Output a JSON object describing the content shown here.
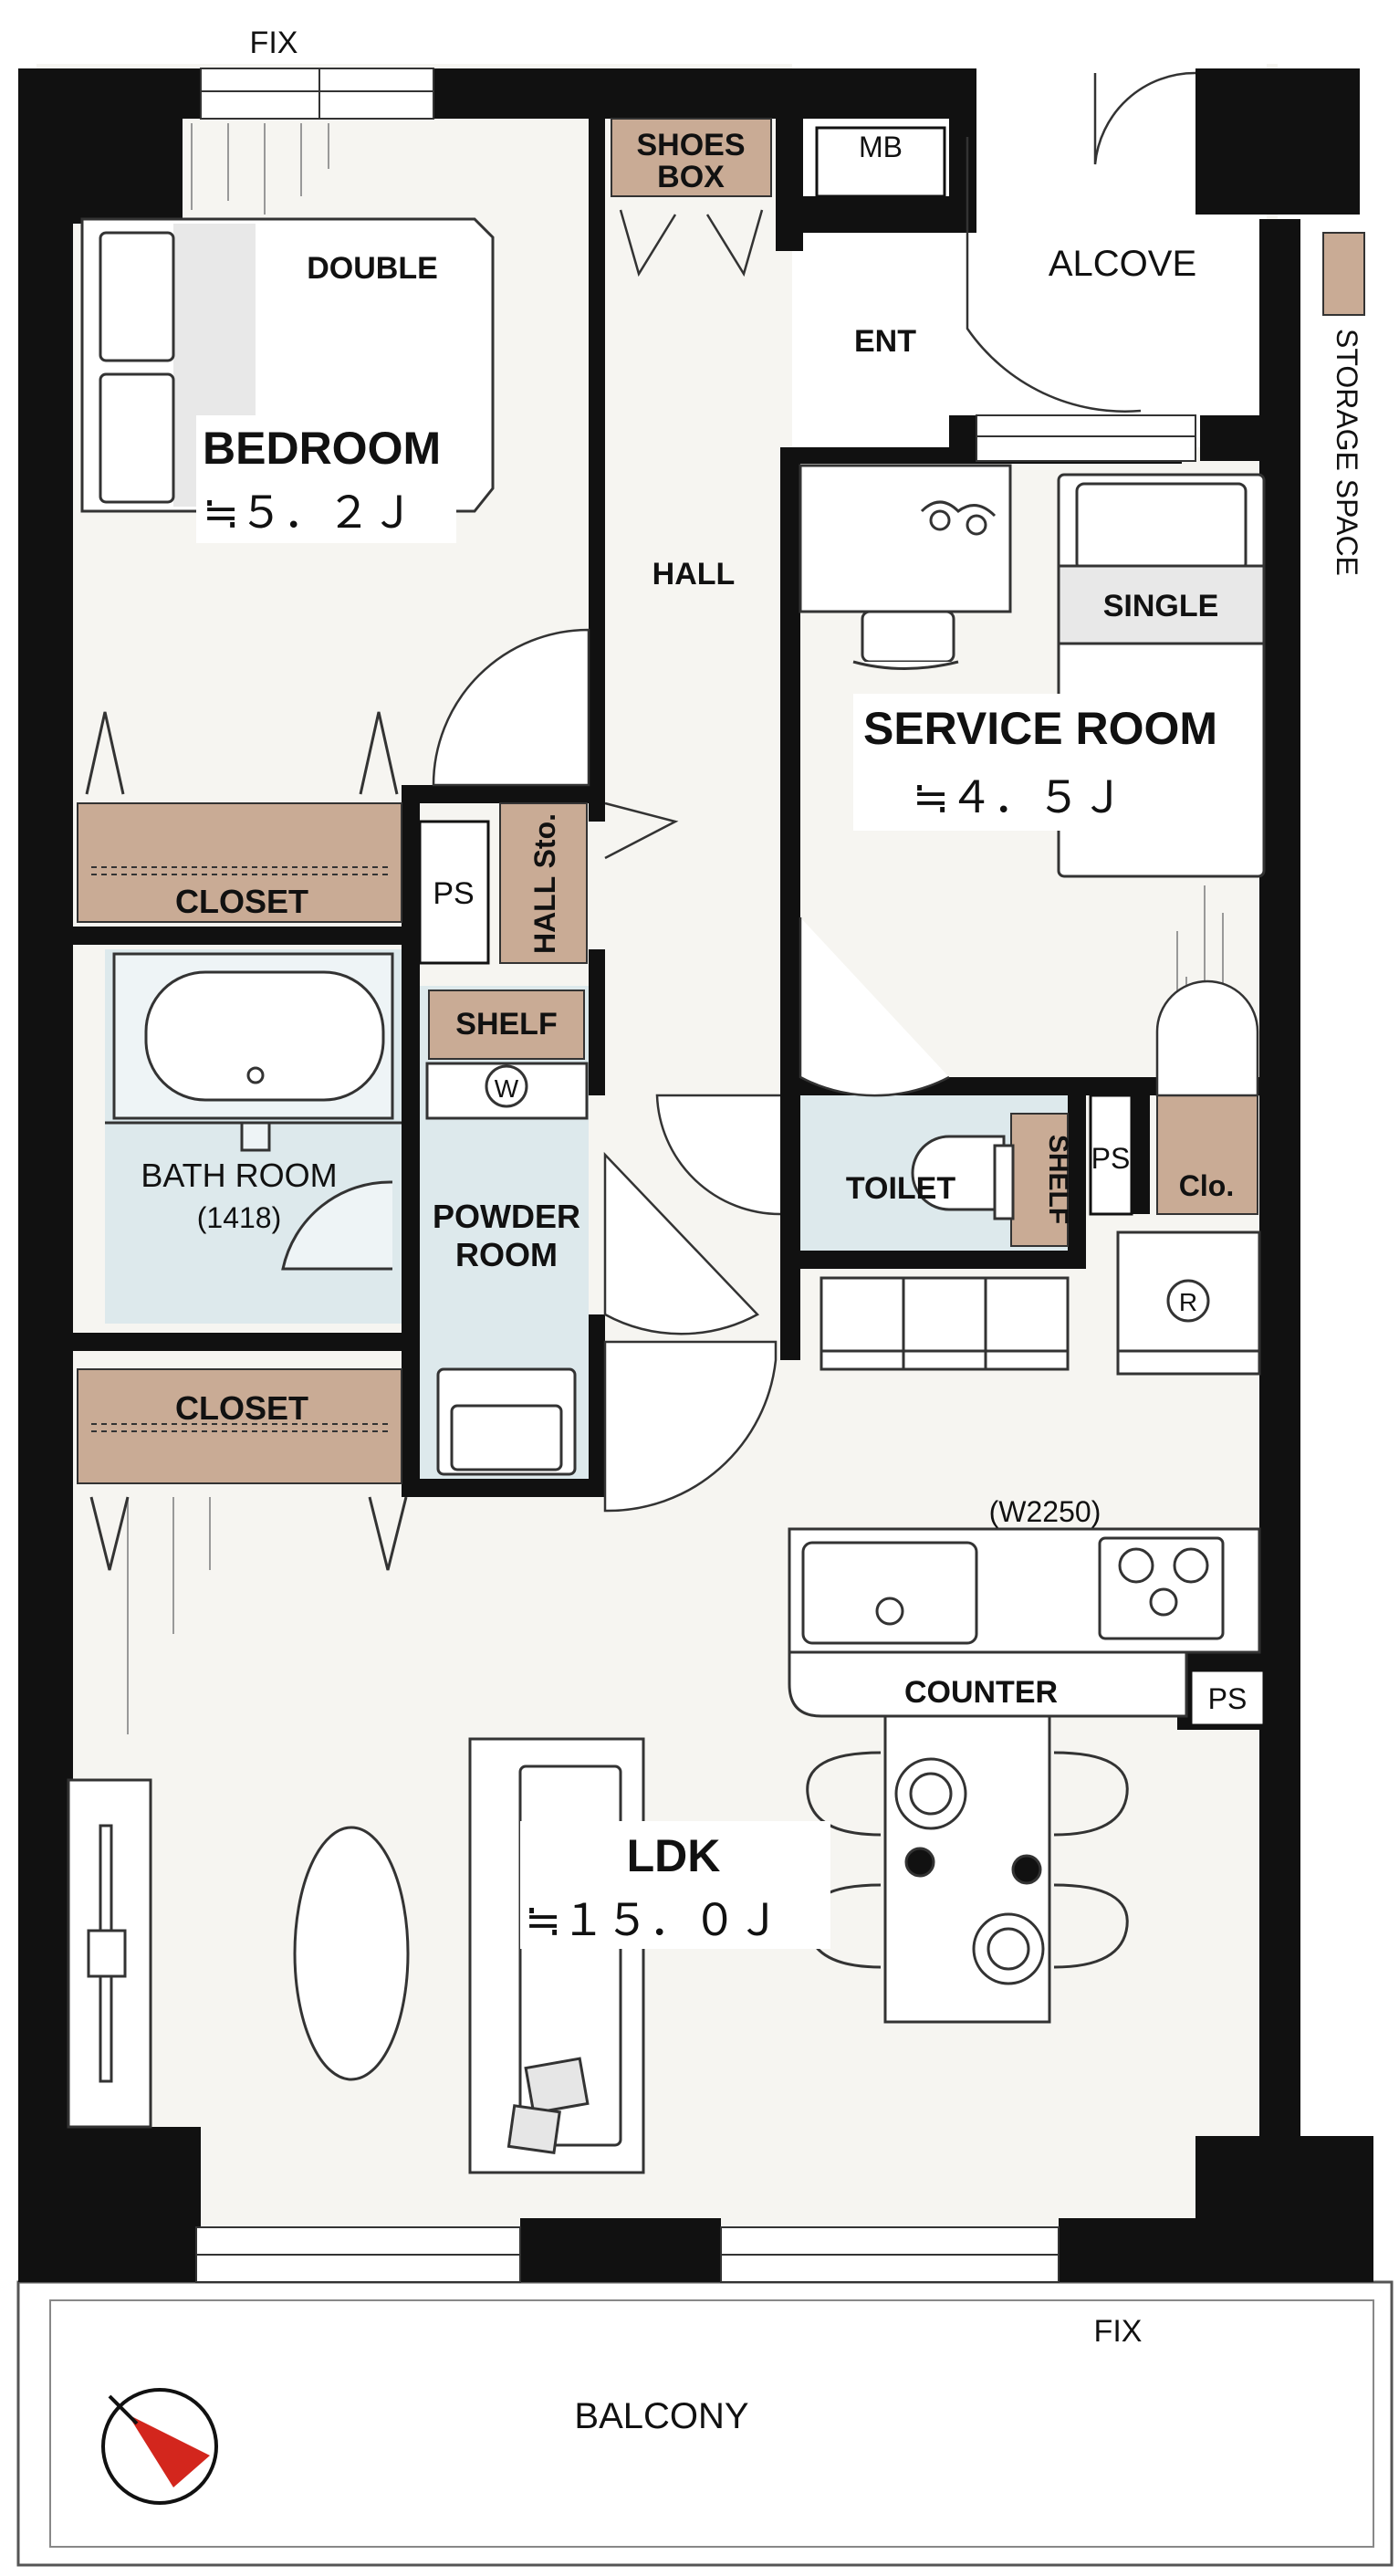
{
  "labels": {
    "fix_top": "FIX",
    "fix_bottom": "FIX",
    "shoes_box_1": "SHOES",
    "shoes_box_2": "BOX",
    "mb": "MB",
    "alcove": "ALCOVE",
    "storage_space": "STORAGE SPACE",
    "ent": "ENT",
    "double": "DOUBLE",
    "bedroom": "BEDROOM",
    "bedroom_size": "≒５．２Ｊ",
    "hall": "HALL",
    "single": "SINGLE",
    "service_room": "SERVICE ROOM",
    "service_size": "≒４．５Ｊ",
    "closet_upper": "CLOSET",
    "ps_1": "PS",
    "hall_storage": "HALL Sto.",
    "shelf_powder": "SHELF",
    "washer": "W",
    "bath_room": "BATH ROOM",
    "bath_size": "(1418)",
    "powder_room_1": "POWDER",
    "powder_room_2": "ROOM",
    "toilet": "TOILET",
    "shelf_toilet": "SHELF",
    "ps_2": "PS",
    "clo": "Clo.",
    "fridge": "R",
    "closet_lower": "CLOSET",
    "kitchen_width": "(W2250)",
    "counter": "COUNTER",
    "ps_3": "PS",
    "ldk": "LDK",
    "ldk_size": "≒１５．０Ｊ",
    "balcony": "BALCONY"
  },
  "colors": {
    "wall": "#111111",
    "floor": "#f6f5f1",
    "storage": "#c9ab95",
    "wet_area": "#dde9ec",
    "compass_arrow": "#d3261d"
  }
}
